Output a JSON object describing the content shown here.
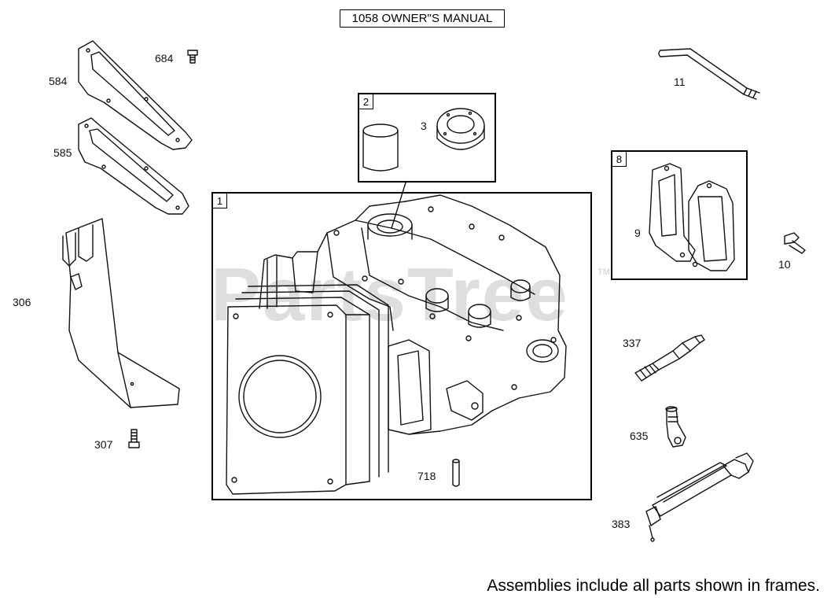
{
  "header": {
    "title": "1058 OWNER\"S MANUAL"
  },
  "watermark": {
    "text": "PartsTree",
    "tm": "TM"
  },
  "frames": [
    {
      "number": "1"
    },
    {
      "number": "2"
    },
    {
      "number": "8"
    }
  ],
  "parts": {
    "p584": "584",
    "p684": "684",
    "p585": "585",
    "p306": "306",
    "p307": "307",
    "p3": "3",
    "p11": "11",
    "p9": "9",
    "p10": "10",
    "p337": "337",
    "p635": "635",
    "p383": "383",
    "p718": "718"
  },
  "footnote": "Assemblies include all parts shown in frames."
}
